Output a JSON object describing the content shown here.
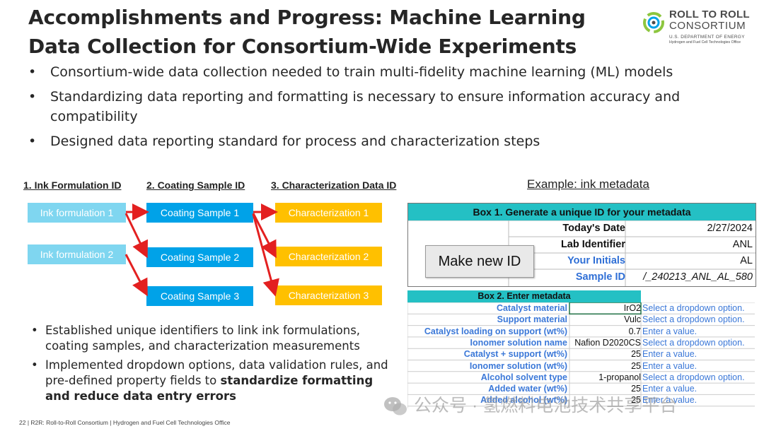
{
  "slide": {
    "title": "Accomplishments and Progress: Machine Learning Data Collection for Consortium-Wide Experiments",
    "logo": {
      "line1": "ROLL TO ROLL",
      "line2": "CONSORTIUM",
      "line3": "U.S. DEPARTMENT OF ENERGY",
      "line4": "Hydrogen and Fuel Cell Technologies Office",
      "colors": {
        "green": "#8dc63f",
        "blue": "#00a2e8",
        "gray": "#4a4a4a"
      }
    },
    "bullets": [
      "Consortium-wide data collection needed to train multi-fidelity machine learning (ML) models",
      "Standardizing data reporting and formatting is necessary to ensure information accuracy and compatibility",
      "Designed data reporting standard for process and characterization steps"
    ]
  },
  "diagram": {
    "headers": [
      "1. Ink Formulation ID",
      "2. Coating Sample ID",
      "3. Characterization Data ID"
    ],
    "ink": [
      "Ink formulation 1",
      "Ink formulation 2"
    ],
    "coating": [
      "Coating Sample 1",
      "Coating Sample 2",
      "Coating Sample 3"
    ],
    "characterization": [
      "Characterization 1",
      "Characterization 2",
      "Characterization 3"
    ],
    "colors": {
      "ink": "#7fd6f0",
      "coating": "#00a2e8",
      "characterization": "#ffc000",
      "arrow": "#e32020"
    }
  },
  "example": {
    "title": "Example: ink metadata",
    "box1": {
      "header": "Box 1. Generate a unique ID for your metadata",
      "button": "Make new ID",
      "rows": [
        {
          "label": "Today's Date",
          "value": "2/27/2024"
        },
        {
          "label": "Lab Identifier",
          "value": "ANL"
        },
        {
          "label": "Your Initials",
          "value": "AL"
        },
        {
          "label": "Sample ID",
          "value": "/_240213_ANL_AL_580"
        }
      ]
    },
    "box2": {
      "header": "Box 2. Enter metadata",
      "rows": [
        {
          "label": "Catalyst material",
          "value": "IrO2",
          "hint": "Select a dropdown option."
        },
        {
          "label": "Support material",
          "value": "Vulc",
          "hint": "Select a dropdown option."
        },
        {
          "label": "Catalyst loading on support (wt%)",
          "value": "0.7",
          "hint": "Enter a value."
        },
        {
          "label": "Ionomer solution name",
          "value": "Nafion D2020CS",
          "hint": "Select a dropdown option."
        },
        {
          "label": "Catalyst + support (wt%)",
          "value": "25",
          "hint": "Enter a value."
        },
        {
          "label": "Ionomer solution (wt%)",
          "value": "25",
          "hint": "Enter a value."
        },
        {
          "label": "Alcohol solvent type",
          "value": "1-propanol",
          "hint": "Select a dropdown option."
        },
        {
          "label": "Added water (wt%)",
          "value": "25",
          "hint": "Enter a value."
        },
        {
          "label": "Added alcohol (wt%)",
          "value": "25",
          "hint": "Enter a value."
        }
      ]
    }
  },
  "bottom_bullets": [
    {
      "text": "Established unique identifiers to link ink formulations, coating samples, and characterization measurements",
      "bold": ""
    },
    {
      "text": "Implemented dropdown options, data validation rules, and pre-defined property fields to ",
      "bold": "standardize formatting and reduce data entry errors"
    }
  ],
  "footer": "22   |   R2R: Roll-to-Roll Consortium   |   Hydrogen and Fuel Cell Technologies Office",
  "watermark": "公众号 · 氢燃料电池技术共享平台"
}
